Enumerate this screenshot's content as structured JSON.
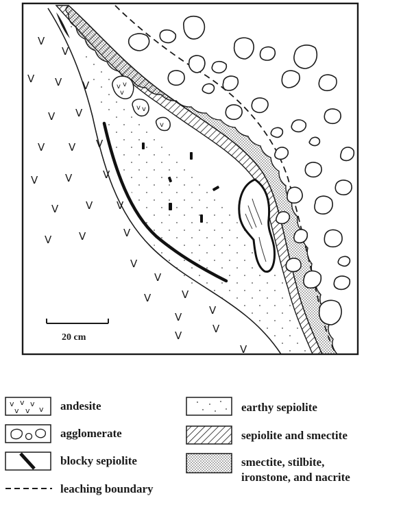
{
  "scale_bar": {
    "label": "20 cm"
  },
  "legend": {
    "andesite": "andesite",
    "agglomerate": "agglomerate",
    "blocky_sepiolite": "blocky sepiolite",
    "earthy_sepiolite": "earthy sepiolite",
    "sepiolite_smectite": "sepiolite and smectite",
    "smectite_line1": "smectite, stilbite,",
    "smectite_line2": "ironstone, and nacrite",
    "leaching_boundary": "leaching boundary"
  },
  "colors": {
    "ink": "#1a1a1a",
    "paper": "#ffffff",
    "fill_dots": "#f6f6f6"
  }
}
